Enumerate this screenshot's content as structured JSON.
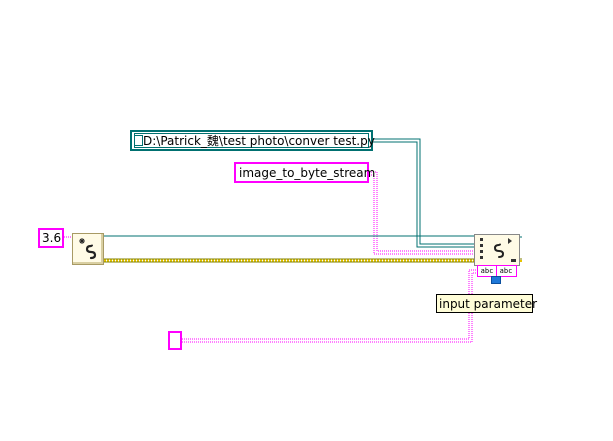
{
  "diagram": {
    "path_constant": {
      "value": "D:\\Patrick_魏\\test photo\\conver test.py"
    },
    "function_name_constant": {
      "value": "image_to_byte_stream"
    },
    "version_constant": {
      "value": "3.6"
    },
    "empty_string_constant": {
      "value": ""
    },
    "call_node": {
      "left_terminal": "abc",
      "right_terminal": "abc"
    },
    "parameter_label": {
      "text": "input parameter"
    }
  },
  "colors": {
    "path_wire": "#007070",
    "string_wire": "#ff00ff",
    "refnum_wire": "#808000",
    "error_wire": "#e6c300",
    "node_fill": "#fffbe6",
    "label_fill": "#fffdd8"
  },
  "icons": {
    "open_session": "python-snake-icon",
    "call_function": "python-snake-icon",
    "path": "document-icon"
  }
}
